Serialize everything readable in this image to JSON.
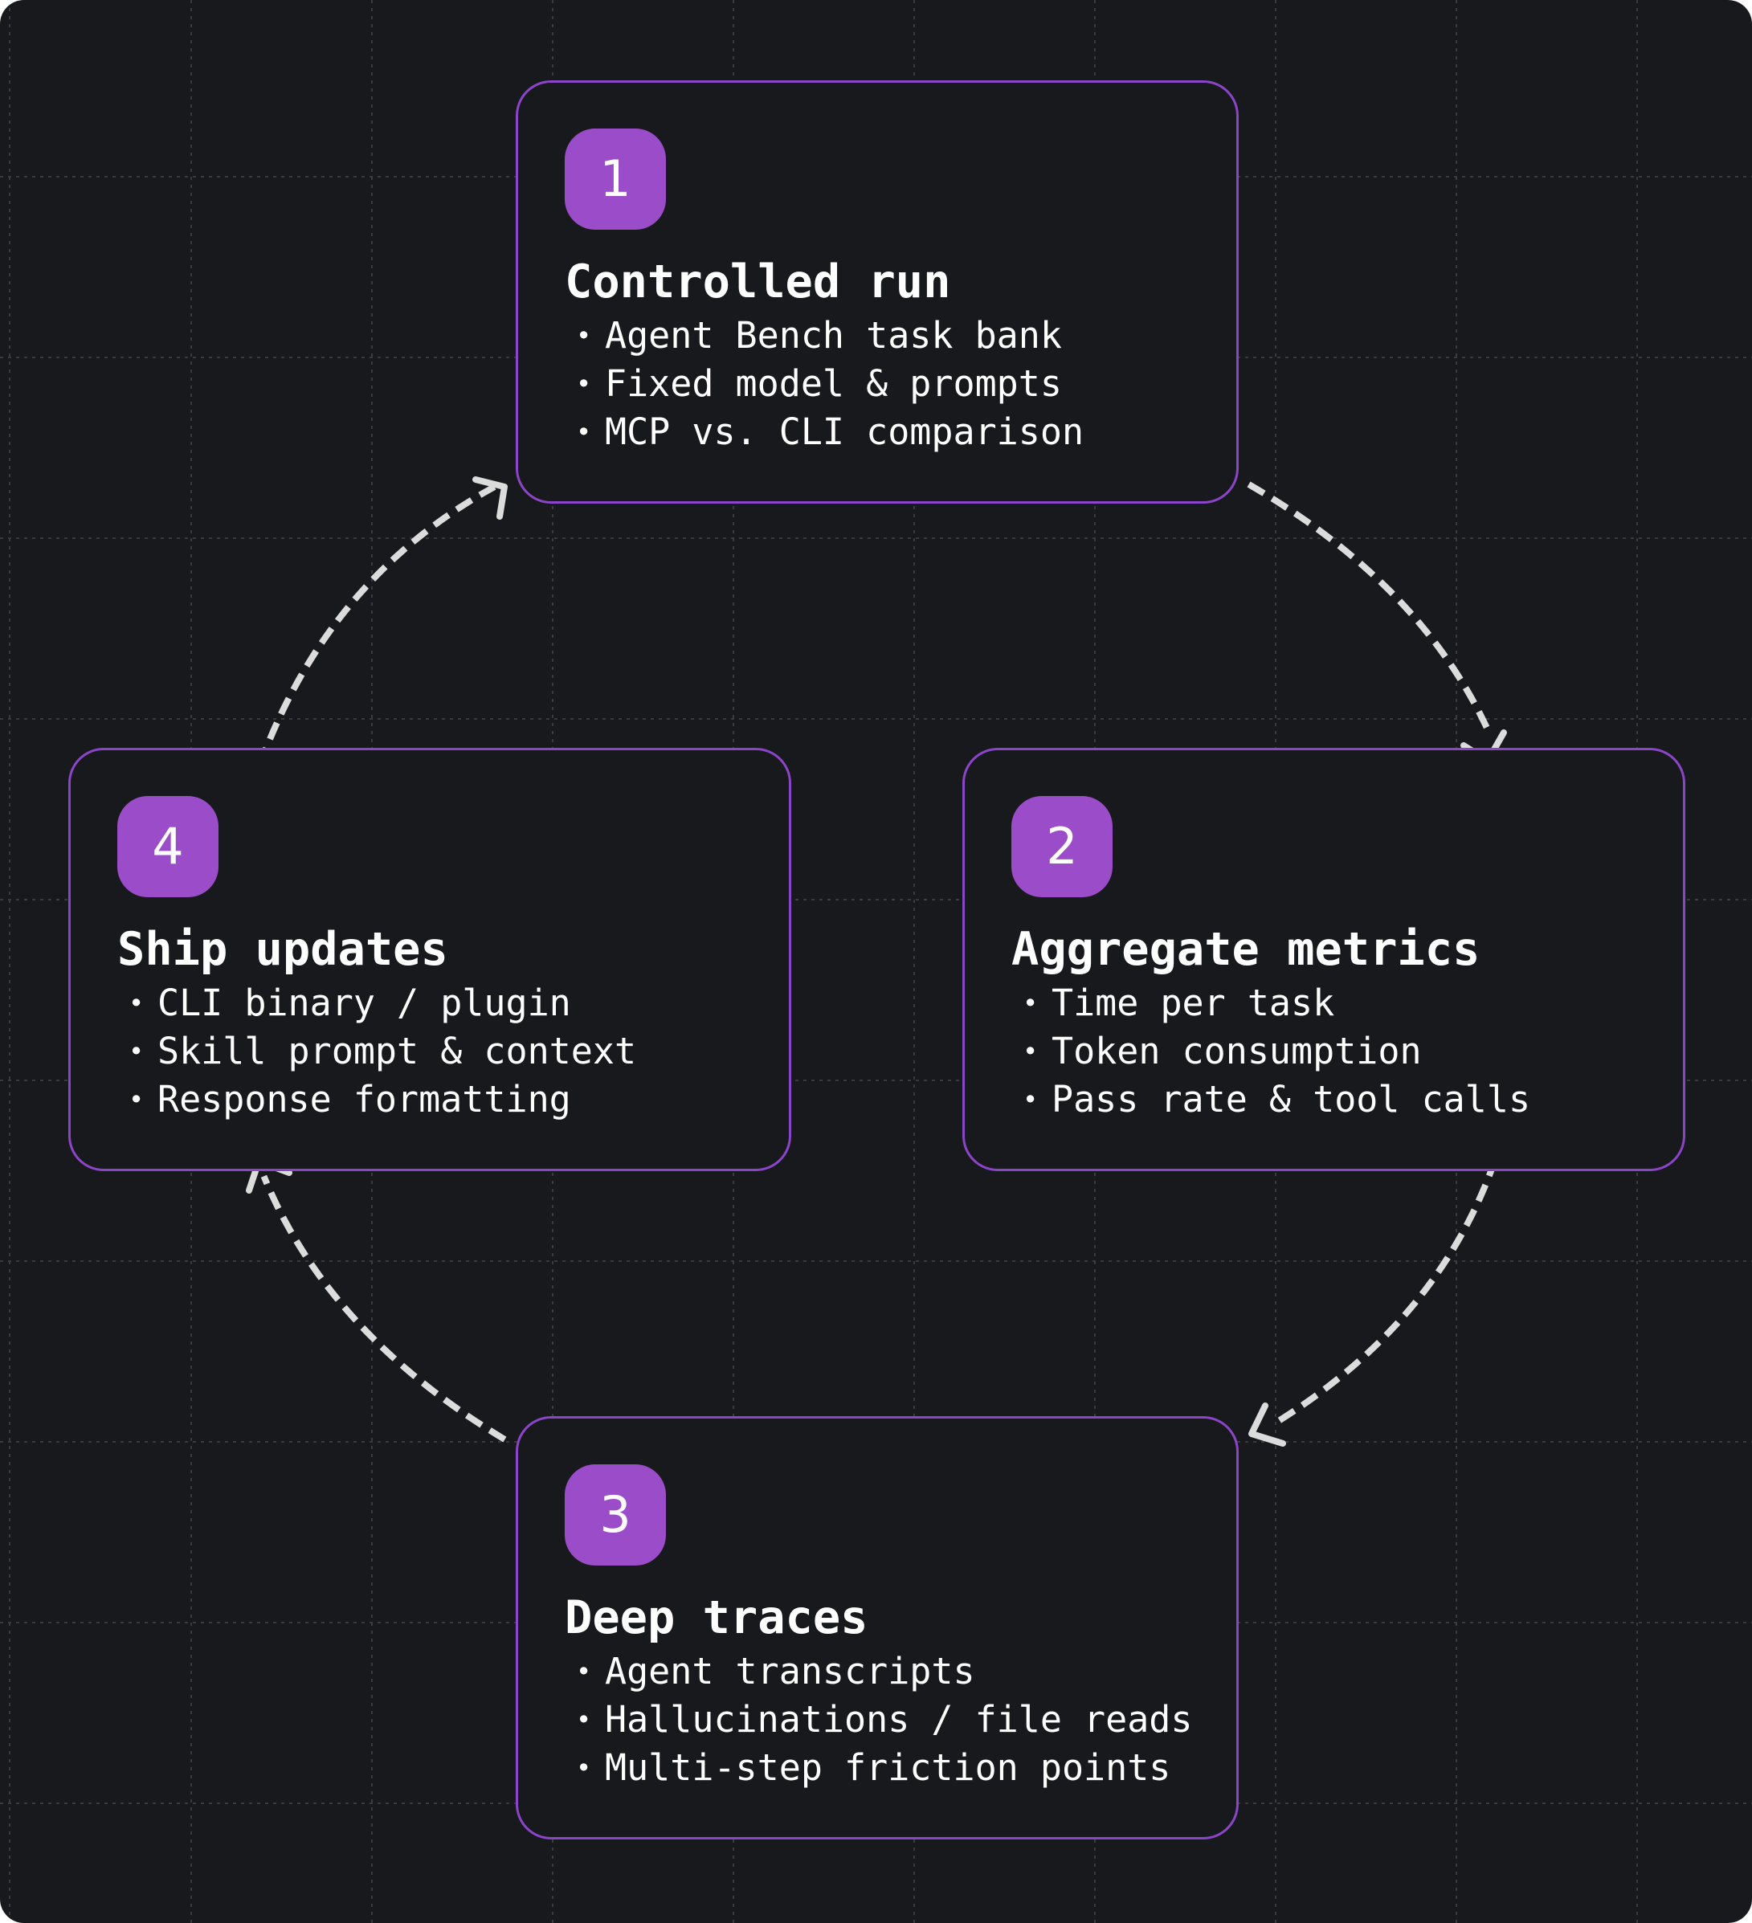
{
  "colors": {
    "background": "#18191c",
    "card_border": "#8b45c9",
    "badge": "#9a4cc9",
    "text": "#ffffff",
    "arrow": "#dcdcdc",
    "grid": "#3a3b40"
  },
  "steps": [
    {
      "number": "1",
      "title": "Controlled run",
      "items": [
        "Agent Bench task bank",
        "Fixed model & prompts",
        "MCP vs. CLI comparison"
      ]
    },
    {
      "number": "2",
      "title": "Aggregate metrics",
      "items": [
        "Time per task",
        "Token consumption",
        "Pass rate & tool calls"
      ]
    },
    {
      "number": "3",
      "title": "Deep traces",
      "items": [
        "Agent transcripts",
        "Hallucinations / file reads",
        "Multi-step friction points"
      ]
    },
    {
      "number": "4",
      "title": "Ship updates",
      "items": [
        "CLI binary / plugin",
        "Skill prompt & context",
        "Response formatting"
      ]
    }
  ],
  "flow": [
    {
      "from": "1",
      "to": "2"
    },
    {
      "from": "2",
      "to": "3"
    },
    {
      "from": "3",
      "to": "4"
    },
    {
      "from": "4",
      "to": "1"
    }
  ]
}
